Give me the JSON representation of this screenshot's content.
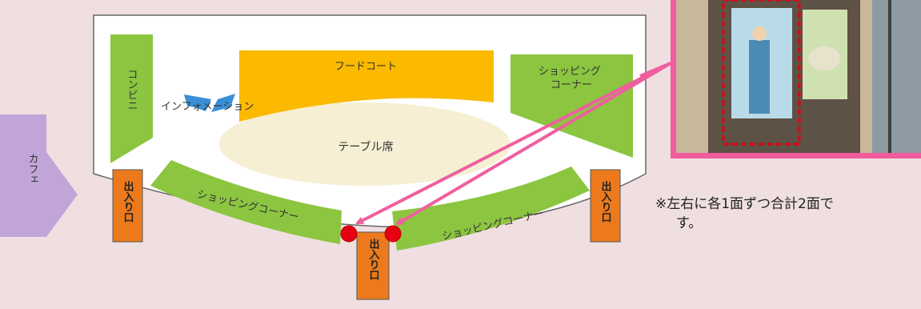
{
  "floor_map": {
    "cafe": "カフェ",
    "convenience_store": "コンビニ",
    "food_court": "フードコート",
    "shopping_corner_top_right": "ショッピング\nコーナー",
    "information": "インフォメーション",
    "table_seats": "テーブル席",
    "shopping_corner_bottom_left": "ショッピングコーナー",
    "shopping_corner_bottom_right": "ショッピングコーナー",
    "entrance_left": "出入り口",
    "entrance_center": "出入り口",
    "entrance_right": "出入り口"
  },
  "note": {
    "line1": "※左右に各1面ずつ合計2面で",
    "line2": "す。"
  },
  "colors": {
    "background": "#efdfe1",
    "green": "#8cc540",
    "yellow": "#fbb900",
    "orange": "#ec7a1c",
    "purple": "#c1a5d8",
    "info_blue": "#3a8fd6",
    "arrow_pink": "#ef5f9f",
    "marker_red": "#e60012",
    "table_area": "#f6efd4"
  }
}
